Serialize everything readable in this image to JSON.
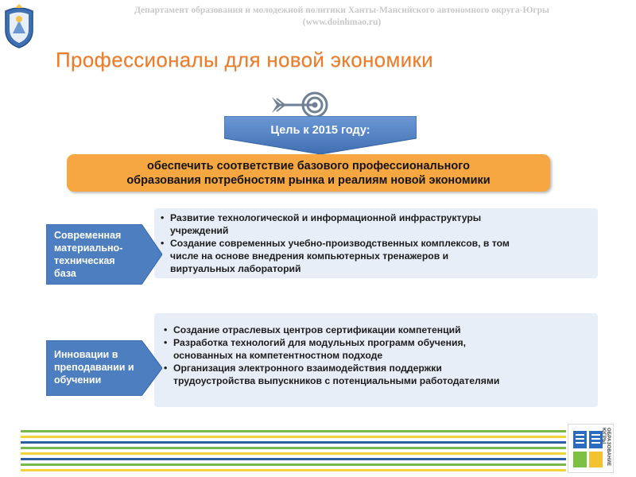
{
  "header": {
    "line1": "Департамент образования и молодежной политики Ханты-Мансийского автономного округа-Югры",
    "line2": "(www.doinhmao.ru)"
  },
  "title": "Профессионалы для новой экономики",
  "goal": {
    "label": "Цель к 2015 году:",
    "line1": "обеспечить соответствие базового профессионального",
    "line2": "образования потребностям рынка и реалиям новой экономики"
  },
  "blocks": [
    {
      "label_lines": [
        "Современная",
        "материально-",
        "техническая",
        "база"
      ],
      "bullets": [
        {
          "lines": [
            "Развитие  технологической и информационной инфраструктуры",
            "учреждений"
          ]
        },
        {
          "lines": [
            "Создание современных учебно-производственных комплексов, в том",
            "числе на основе внедрения компьютерных тренажеров и",
            "виртуальных лабораторий"
          ]
        }
      ]
    },
    {
      "label_lines": [
        "Инновации в",
        "преподавании и",
        "обучении"
      ],
      "bullets": [
        {
          "lines": [
            "Создание отраслевых центров сертификации компетенций"
          ]
        },
        {
          "lines": [
            "Разработка технологий для модульных программ обучения,",
            "основанных на  компетентностном подходе"
          ]
        },
        {
          "lines": [
            "Организация электронного взаимодействия поддержки",
            "трудоустройства выпускников с потенциальными работодателями"
          ]
        }
      ]
    }
  ],
  "footer": {
    "logo_text": "ОБРАЗОВАНИЕ ЮГРЫ"
  },
  "colors": {
    "title": "#ef7b24",
    "goal_box": "#f6a741",
    "arrow_blue": "#4d7ec0",
    "panel": "#e7eef7",
    "stripe_green": "#79b84a",
    "stripe_yellow": "#f2d33a",
    "stripe_blue": "#2b5fa6"
  },
  "icons": [
    "emblem-icon",
    "target-icon",
    "book-logo-icon"
  ]
}
